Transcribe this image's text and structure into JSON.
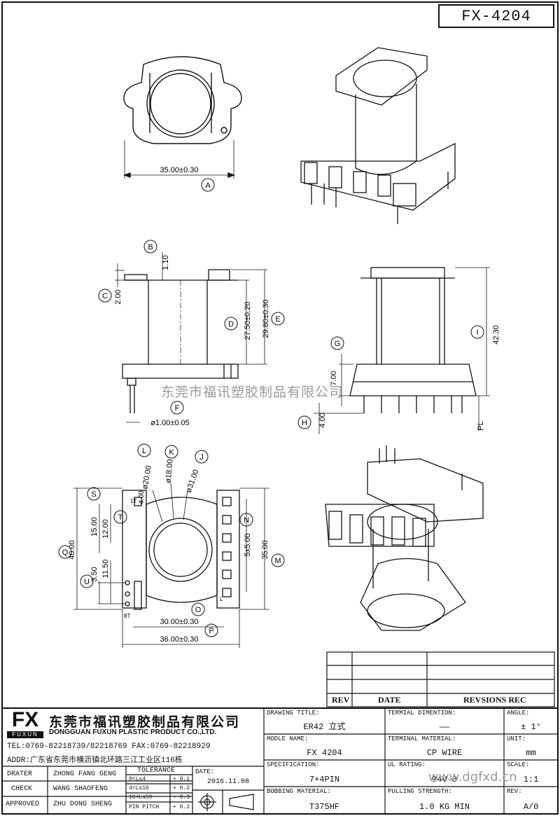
{
  "part_number": "FX-4204",
  "dimensions": {
    "A": "35.00±0.30",
    "B": "1.10",
    "C": "2.00",
    "D": "27.50±0.20",
    "E": "29.80±0.30",
    "F": "ø1.00±0.05",
    "G": "7.00",
    "H": "4.00",
    "I": "42.30",
    "J": "ø31.00",
    "K": "ø18.00",
    "L": "ø20.00",
    "M": "35.00",
    "N": "5x5.00",
    "O": "30.00±0.30",
    "P": "36.00±0.30",
    "Q": "40.00",
    "S": "15.00",
    "T": "12.00",
    "U": "3.50",
    "V": "11.50",
    "W": "4.00",
    "PL": "PL"
  },
  "callout_letters": [
    "A",
    "B",
    "C",
    "D",
    "E",
    "F",
    "G",
    "H",
    "I",
    "J",
    "K",
    "L",
    "M",
    "N",
    "O",
    "P",
    "Q",
    "S",
    "T",
    "U"
  ],
  "pin_marks": {
    "top_left": "1T",
    "bottom_left": "8T",
    "bottom_right": "L"
  },
  "watermark": "东莞市福讯塑胶制品有限公司",
  "url": "www.dgfxd.cn",
  "revision_table": {
    "headers": {
      "rev": "REV",
      "date": "DATE",
      "revisions": "REVSIONS REC"
    }
  },
  "company": {
    "logo": "FX",
    "logo_sub": "FUXUN",
    "name_cn": "东莞市福讯塑胶制品有限公司",
    "name_en": "DONGGUAN FUXUN PLASTIC PRODUCT CO.,LTD.",
    "tel": "TEL:0769-82218739/82218769 FAX:0769-82218929",
    "addr": "ADDR:广东省东莞市横沥镇北环路三江工业区116栋"
  },
  "signoff": [
    {
      "role": "DRATER",
      "name": "ZHONG FANG GENG"
    },
    {
      "role": "CHECK",
      "name": "WANG SHAOFENG"
    },
    {
      "role": "APPROVED",
      "name": "ZHU DONG SHENG"
    }
  ],
  "tolerance": {
    "title": "TOLERANCE",
    "rows": [
      {
        "range": "0<L≤4",
        "tol": "+ 0.1"
      },
      {
        "range": "4<L≤16",
        "tol": "+ 0.2"
      },
      {
        "range": "16<L≤50",
        "tol": "+ 0.3"
      },
      {
        "range": "PIN PITCH",
        "tol": "+ 0.2"
      }
    ]
  },
  "date": {
    "label": "DATE:",
    "value": "2016.11.08"
  },
  "info": {
    "drawing_title": {
      "label": "DRAWING TITLE:",
      "value": "ER42 立式"
    },
    "model_name": {
      "label": "MODLE NAME:",
      "value": "FX 4204"
    },
    "specification": {
      "label": "SPECIFICATION:",
      "value": "7+4PIN"
    },
    "bobbin_material": {
      "label": "BOBBING MATERIAL:",
      "value": "T375HF"
    },
    "terminal_dimention": {
      "label": "TERMIAL DIMENTION:",
      "value": "——"
    },
    "terminal_material": {
      "label": "TERMINAL MATERIAL:",
      "value": "CP WIRE"
    },
    "ul_rating": {
      "label": "UL RATING:",
      "value": "94V-0"
    },
    "pulling_strength": {
      "label": "PULLING STRENGTH:",
      "value": "1.0 KG MIN"
    },
    "angle": {
      "label": "ANGLE:",
      "value": "± 1°"
    },
    "unit": {
      "label": "UNIT:",
      "value": "mm"
    },
    "scale": {
      "label": "SCALE:",
      "value": "1:1"
    },
    "rev": {
      "label": "REV:",
      "value": "A/0"
    }
  }
}
